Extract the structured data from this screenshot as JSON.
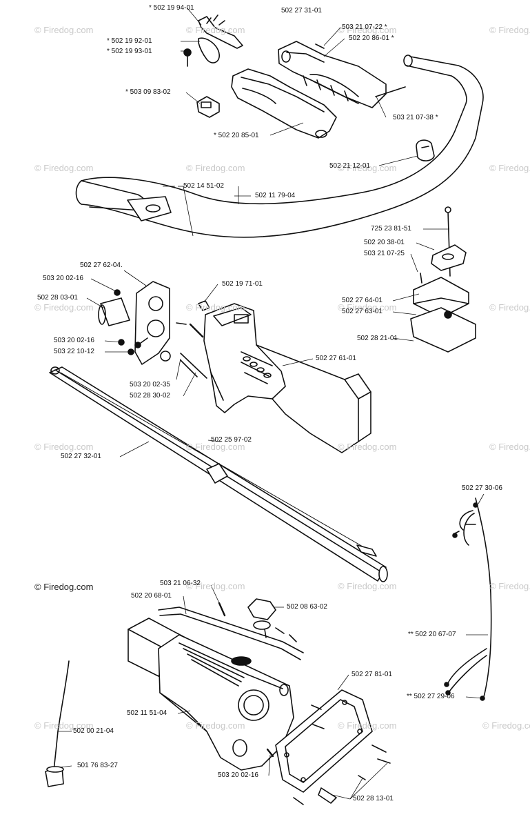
{
  "watermark": "© Firedog.com",
  "copyright": "© Firedog.com",
  "parts": {
    "p01": "* 502 19 94-01",
    "p02": "502 27 31-01",
    "p03": "503 21 07-22  *",
    "p04": "502 20 86-01  *",
    "p05": "* 502 19 92-01",
    "p06": "* 502 19 93-01",
    "p07": "* 503 09 83-02",
    "p08": "503 21 07-38  *",
    "p09": "* 502 20 85-01",
    "p10": "502 21 12-01",
    "p11": "502 14 51-02",
    "p12": "502 11 79-04",
    "p13": "725 23 81-51",
    "p14": "502 20 38-01",
    "p15": "503 21 07-25",
    "p16": "502 27 62-04.",
    "p17": "503 20 02-16",
    "p18": "502 19 71-01",
    "p19": "502 28 03-01",
    "p20": "502 27 64-01",
    "p21": "502 27 63-01",
    "p22": "502 28 21-01",
    "p23": "503 20 02-16",
    "p24": "503 22 10-12",
    "p25": "502 27 61-01",
    "p26": "503 20 02-35",
    "p27": "502 28 30-02",
    "p28": "502 25 97-02",
    "p29": "502 27 32-01",
    "p30": "502 27 30-06",
    "p31": "503 21 06-32",
    "p32": "502 20 68-01",
    "p33": "502 08 63-02",
    "p34": "** 502 20 67-07",
    "p35": "502 27 81-01",
    "p36": "** 502 27 29-06",
    "p37": "502 11 51-04",
    "p38": "502 00 21-04",
    "p39": "501 76 83-27",
    "p40": "503 20 02-16",
    "p41": "502 28 13-01"
  }
}
